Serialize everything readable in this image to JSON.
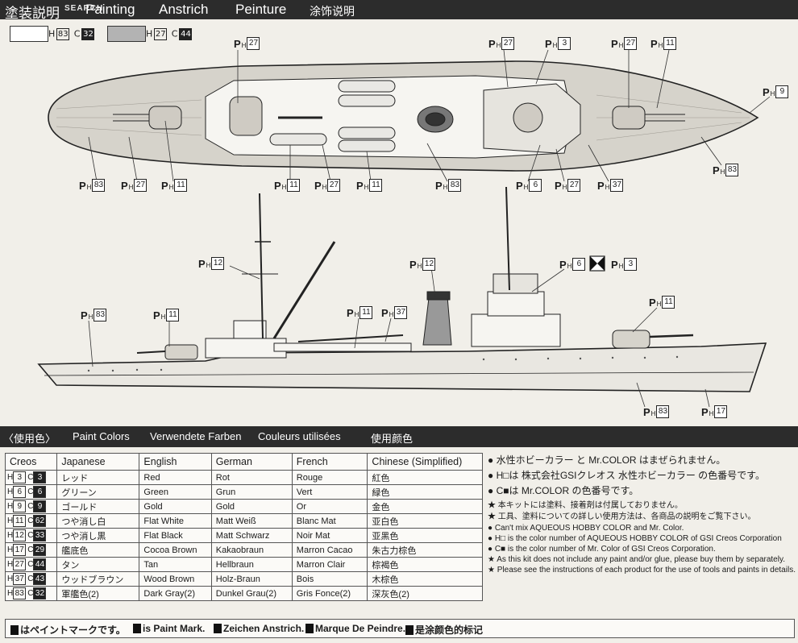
{
  "header": {
    "title_jp": "塗装説明",
    "title_en": "Painting",
    "title_de": "Anstrich",
    "title_fr": "Peinture",
    "title_cn": "涂饰说明",
    "watermark": "SEARCH"
  },
  "swatches": [
    {
      "label_h": "H",
      "code_h": "83",
      "label_c": "C",
      "code_c": "32",
      "color": "#ffffff"
    },
    {
      "label_h": "H",
      "code_h": "27",
      "label_c": "C",
      "code_c": "44",
      "color": "#b3b3b3"
    }
  ],
  "callouts": {
    "top_view": [
      {
        "p": "P",
        "h": "H",
        "n": "27"
      },
      {
        "p": "P",
        "h": "H",
        "n": "27"
      },
      {
        "p": "P",
        "h": "H",
        "n": "3"
      },
      {
        "p": "P",
        "h": "H",
        "n": "27"
      },
      {
        "p": "P",
        "h": "H",
        "n": "11"
      },
      {
        "p": "P",
        "h": "H",
        "n": "9"
      },
      {
        "p": "P",
        "h": "H",
        "n": "83"
      },
      {
        "p": "P",
        "h": "H",
        "n": "27"
      },
      {
        "p": "P",
        "h": "H",
        "n": "11"
      },
      {
        "p": "P",
        "h": "H",
        "n": "11"
      },
      {
        "p": "P",
        "h": "H",
        "n": "27"
      },
      {
        "p": "P",
        "h": "H",
        "n": "11"
      },
      {
        "p": "P",
        "h": "H",
        "n": "83"
      },
      {
        "p": "P",
        "h": "H",
        "n": "6"
      },
      {
        "p": "P",
        "h": "H",
        "n": "27"
      },
      {
        "p": "P",
        "h": "H",
        "n": "37"
      },
      {
        "p": "P",
        "h": "H",
        "n": "83"
      }
    ],
    "side_view": [
      {
        "p": "P",
        "h": "H",
        "n": "12"
      },
      {
        "p": "P",
        "h": "H",
        "n": "12"
      },
      {
        "p": "P",
        "h": "H",
        "n": "6"
      },
      {
        "p": "P",
        "h": "H",
        "n": "3"
      },
      {
        "p": "P",
        "h": "H",
        "n": "83"
      },
      {
        "p": "P",
        "h": "H",
        "n": "11"
      },
      {
        "p": "P",
        "h": "H",
        "n": "11"
      },
      {
        "p": "P",
        "h": "H",
        "n": "37"
      },
      {
        "p": "P",
        "h": "H",
        "n": "11"
      },
      {
        "p": "P",
        "h": "H",
        "n": "83"
      },
      {
        "p": "P",
        "h": "H",
        "n": "17"
      }
    ]
  },
  "paint_section": {
    "title_jp": "〈使用色〉",
    "title_en": "Paint Colors",
    "title_de": "Verwendete Farben",
    "title_fr": "Couleurs utilisées",
    "title_cn": "使用颜色"
  },
  "table": {
    "headers": [
      "Creos",
      "Japanese",
      "English",
      "German",
      "French",
      "Chinese (Simplified)"
    ],
    "rows": [
      {
        "h": "3",
        "c": "3",
        "jp": "レッド",
        "en": "Red",
        "de": "Rot",
        "fr": "Rouge",
        "cn": "紅色"
      },
      {
        "h": "6",
        "c": "6",
        "jp": "グリーン",
        "en": "Green",
        "de": "Grun",
        "fr": "Vert",
        "cn": "緑色"
      },
      {
        "h": "9",
        "c": "9",
        "jp": "ゴールド",
        "en": "Gold",
        "de": "Gold",
        "fr": "Or",
        "cn": "金色"
      },
      {
        "h": "11",
        "c": "62",
        "jp": "つや消し白",
        "en": "Flat White",
        "de": "Matt Weiß",
        "fr": "Blanc Mat",
        "cn": "亚白色"
      },
      {
        "h": "12",
        "c": "33",
        "jp": "つや消し黒",
        "en": "Flat Black",
        "de": "Matt Schwarz",
        "fr": "Noir Mat",
        "cn": "亚黑色"
      },
      {
        "h": "17",
        "c": "29",
        "jp": "艦底色",
        "en": "Cocoa Brown",
        "de": "Kakaobraun",
        "fr": "Marron Cacao",
        "cn": "朱古力棕色"
      },
      {
        "h": "27",
        "c": "44",
        "jp": "タン",
        "en": "Tan",
        "de": "Hellbraun",
        "fr": "Marron Clair",
        "cn": "棕褐色"
      },
      {
        "h": "37",
        "c": "43",
        "jp": "ウッドブラウン",
        "en": "Wood Brown",
        "de": "Holz-Braun",
        "fr": "Bois",
        "cn": "木棕色"
      },
      {
        "h": "83",
        "c": "32",
        "jp": "軍艦色(2)",
        "en": "Dark Gray(2)",
        "de": "Dunkel Grau(2)",
        "fr": "Gris Fonce(2)",
        "cn": "深灰色(2)"
      }
    ]
  },
  "notes": [
    "● 水性ホビーカラー と Mr.COLOR はまぜられません。",
    "● H□は 株式会社GSIクレオス 水性ホビーカラー の色番号です。",
    "● C■は Mr.COLOR の色番号です。",
    "★ 本キットには塗料、接着剤は付属しておりません。",
    "★ 工具、塗料についての詳しい使用方法は、各商品の説明をご覧下さい。",
    "● Can't mix AQUEOUS HOBBY COLOR and Mr. Color.",
    "● H□ is the color number of AQUEOUS HOBBY COLOR of GSI Creos Corporation",
    "● C■ is the color number of Mr. Color of GSI Creos Corporation.",
    "★ As this kit does not include any paint and/or glue, please buy them by separately.",
    "★ Please see the instructions of each product for the use of tools and paints in details."
  ],
  "footer": {
    "jp": "はペイントマークです。",
    "en": "is Paint Mark.",
    "de": "Zeichen Anstrich.",
    "fr": "Marque De Peindre.",
    "cn": "是涂颜色的标记"
  }
}
